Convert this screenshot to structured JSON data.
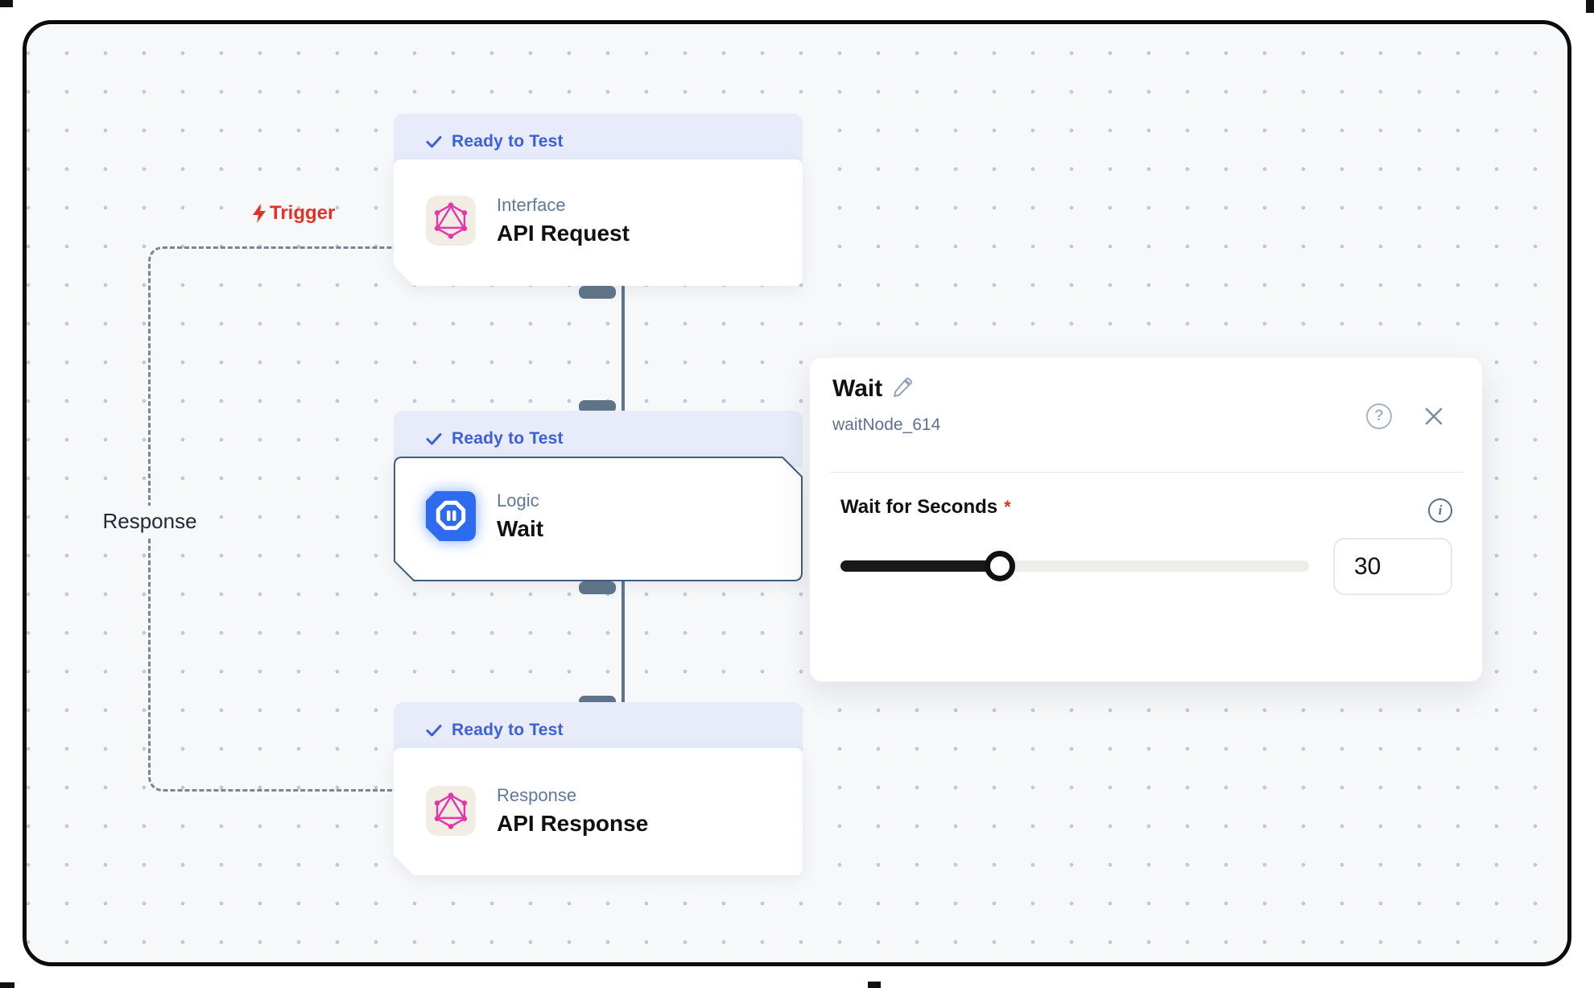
{
  "canvas": {
    "trigger_label": "Trigger",
    "response_label": "Response"
  },
  "nodes": [
    {
      "status": "Ready to Test",
      "category": "Interface",
      "title": "API Request",
      "icon": "graphql-icon",
      "selected": false
    },
    {
      "status": "Ready to Test",
      "category": "Logic",
      "title": "Wait",
      "icon": "pause-icon",
      "selected": true
    },
    {
      "status": "Ready to Test",
      "category": "Response",
      "title": "API Response",
      "icon": "graphql-icon",
      "selected": false
    }
  ],
  "panel": {
    "title": "Wait",
    "node_id": "waitNode_614",
    "field": {
      "label": "Wait for Seconds",
      "required_marker": "*",
      "value": "30",
      "slider_percent": 34
    }
  },
  "colors": {
    "badge_bg": "#e7ebfa",
    "badge_text": "#3c5fdc",
    "trigger_red": "#e23228",
    "graphql_pink": "#e535ab",
    "wait_blue": "#2e6bf0",
    "connector": "#5d7489",
    "selected_border": "#3f5d80",
    "canvas_bg": "#f7f8fa"
  }
}
